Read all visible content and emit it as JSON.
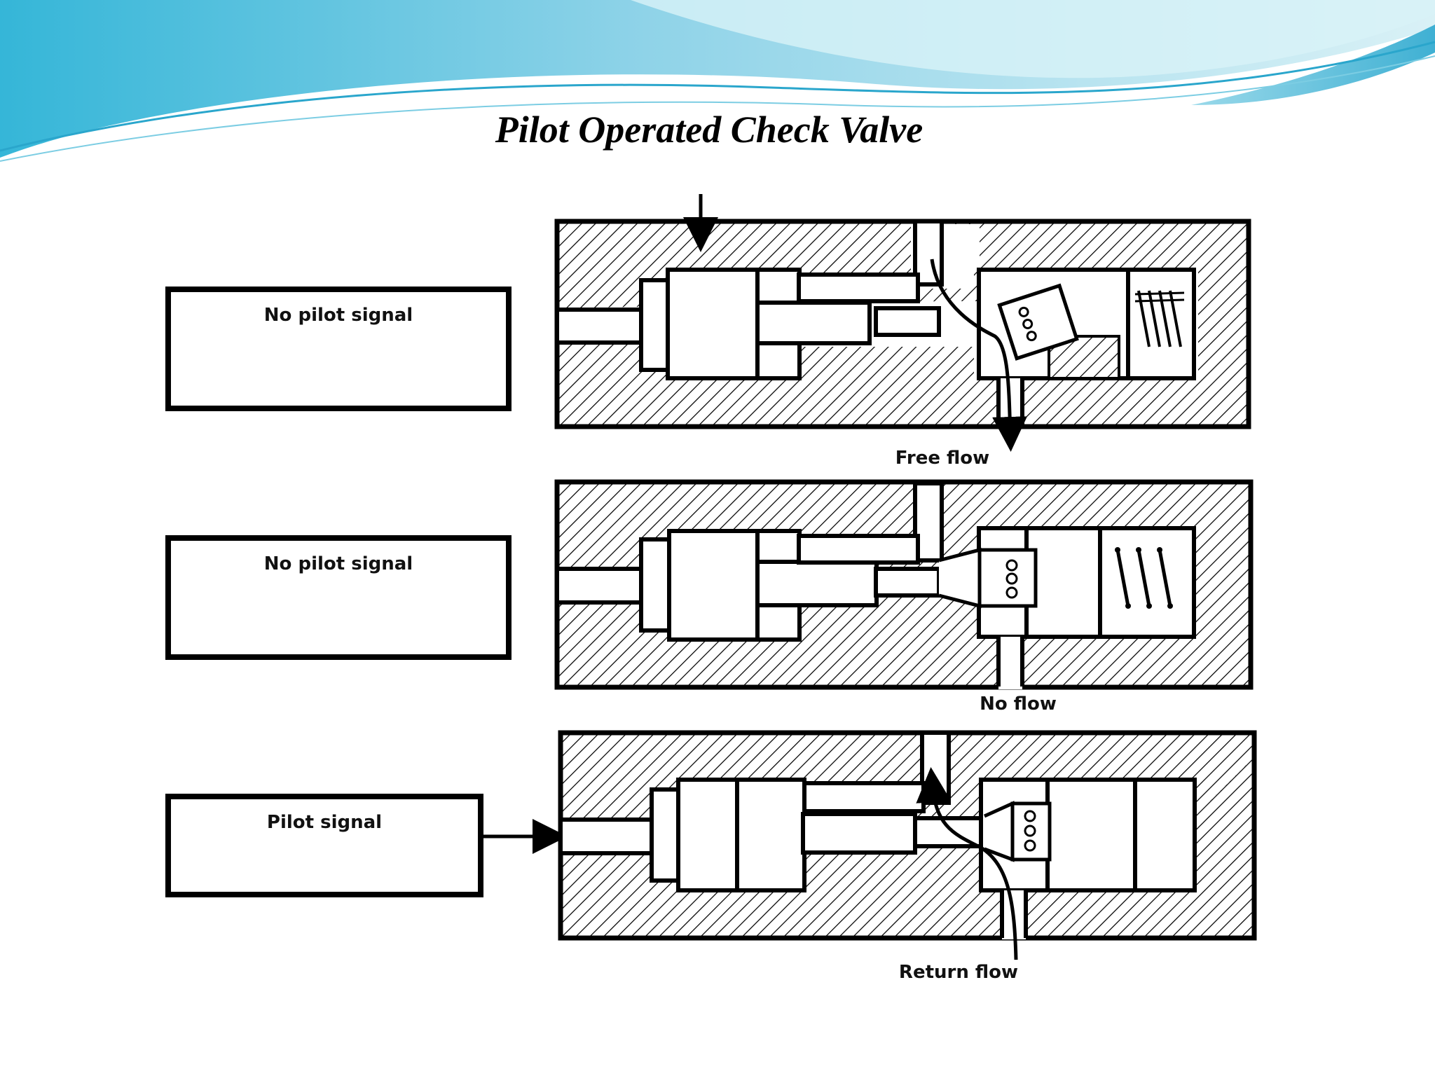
{
  "slide": {
    "title": "Pilot Operated Check Valve"
  },
  "panels": [
    {
      "state_label": "No pilot signal",
      "flow_label": "Free flow"
    },
    {
      "state_label": "No pilot signal",
      "flow_label": "No flow"
    },
    {
      "state_label": "Pilot signal",
      "flow_label": "Return flow"
    }
  ],
  "colors": {
    "wave_light": "#bfe9f2",
    "wave_mid": "#7fd0e6",
    "wave_dark": "#3fb4d6",
    "line": "#000000"
  }
}
